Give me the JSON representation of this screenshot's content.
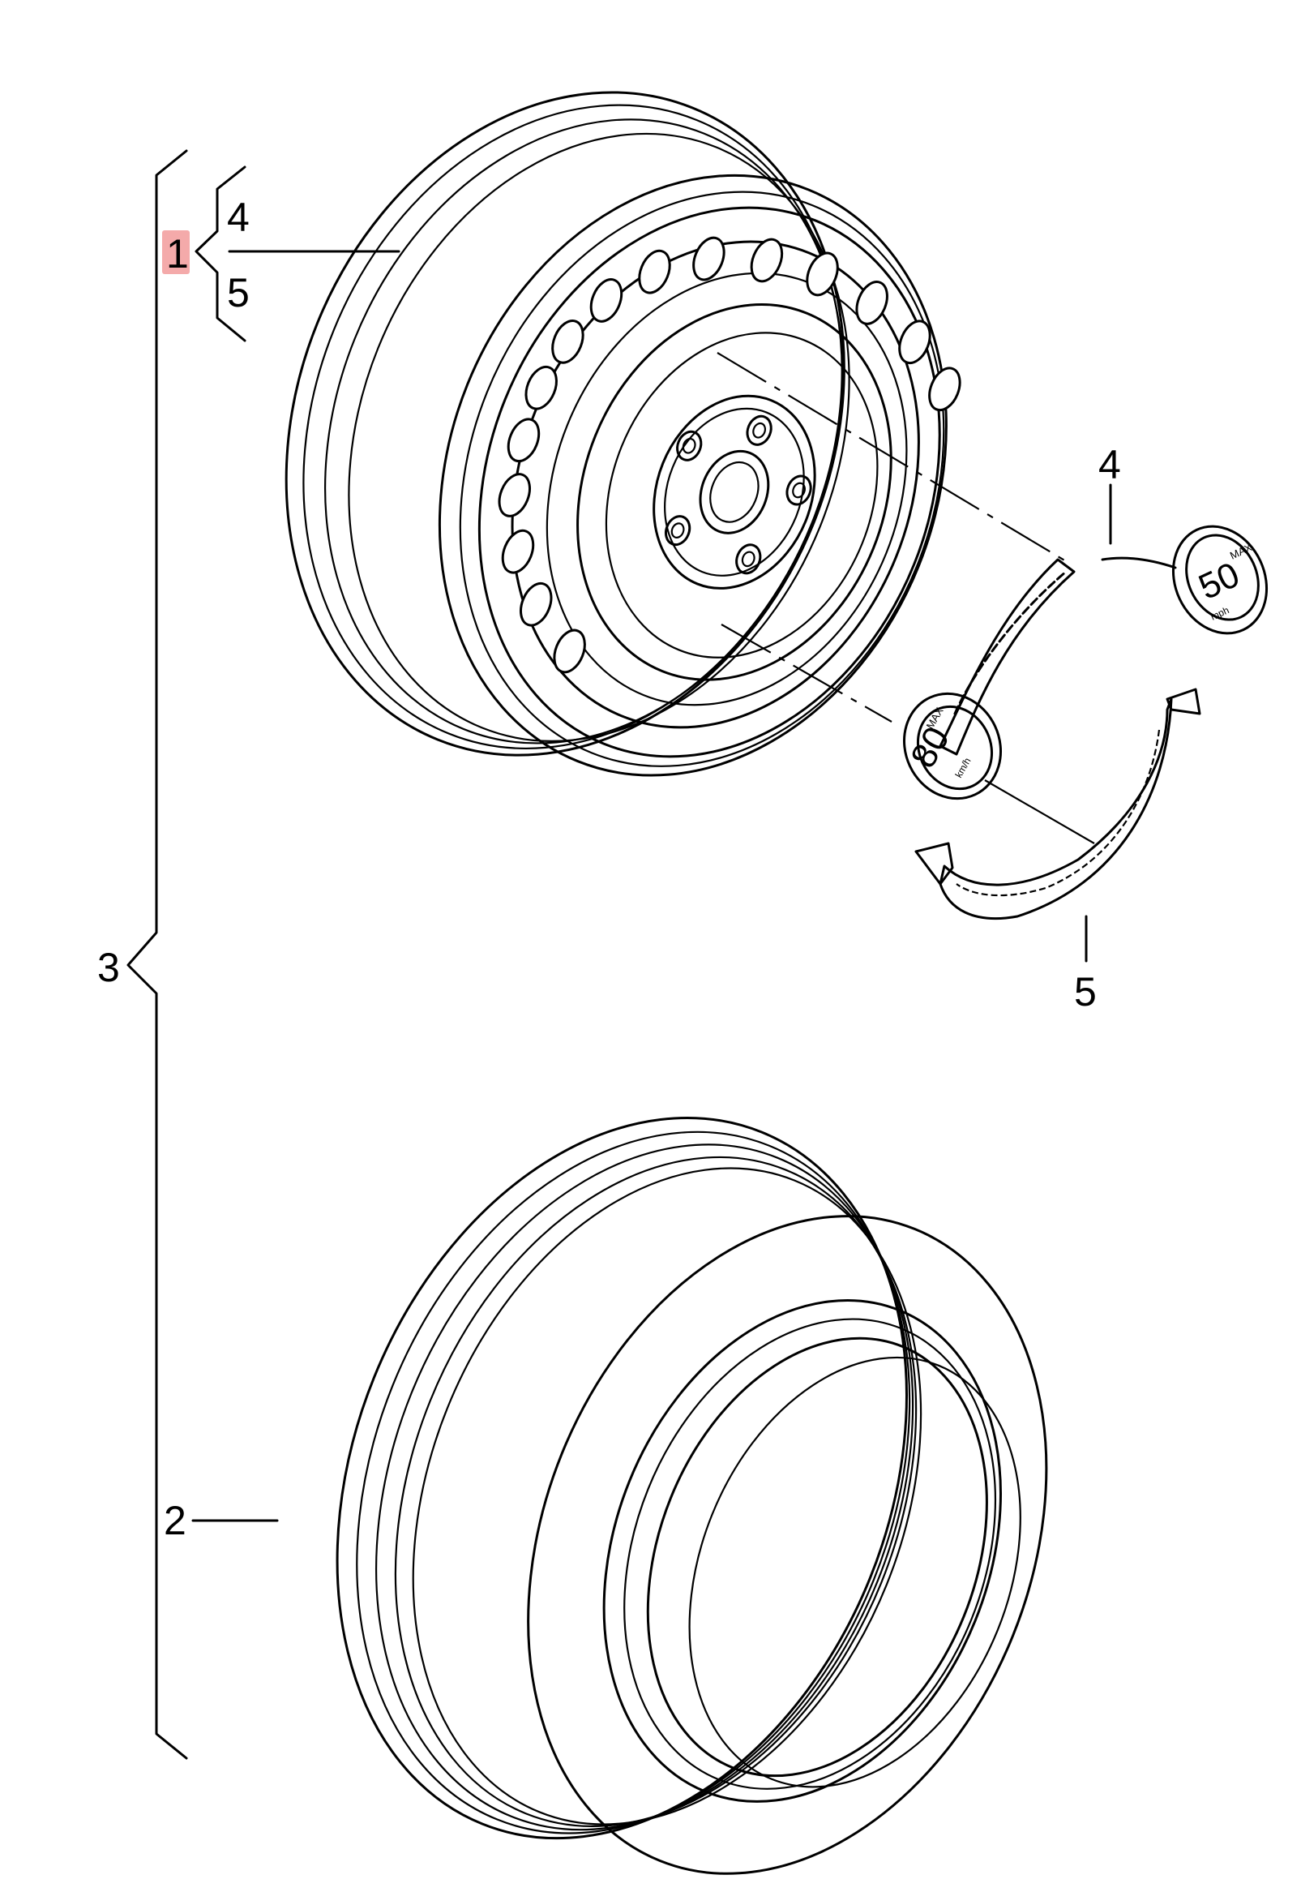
{
  "callouts": {
    "part_1": "1",
    "part_1_sub_top": "4",
    "part_1_sub_bottom": "5",
    "part_2": "2",
    "part_3": "3",
    "sticker_upper": "4",
    "sticker_lower": "5"
  },
  "highlight_color": "#f4aaaa",
  "sticker_upper_text": {
    "max": "MAX",
    "speed": "50",
    "unit": "mph"
  },
  "sticker_lower_text": {
    "max": "MAX",
    "speed": "80",
    "unit": "km/h"
  }
}
